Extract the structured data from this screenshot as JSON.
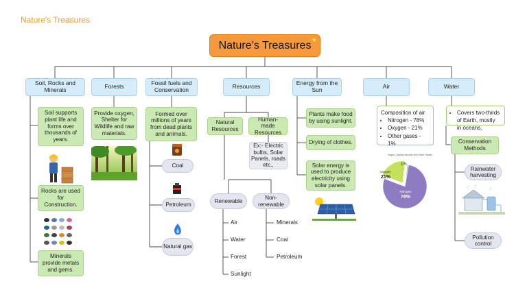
{
  "corner_title": "Nature's Treasures",
  "main_title": "Nature’s Treasures",
  "categories": {
    "soil": "Soil, Rocks and Minerals",
    "forests": "Forests",
    "fossil": "Fossil fuels and Conservation",
    "resources": "Resources",
    "energy": "Energy from the Sun",
    "air": "Air",
    "water": "Water"
  },
  "soil": {
    "supports": "Soil supports plant life and forms over thousands of years.",
    "rocks": "Rocks are used for Construction.",
    "minerals": "Minerals provide metals and gems."
  },
  "forests": {
    "oxygen": "Provide oxygen, Shelter for Wildlife and raw materials."
  },
  "fossil": {
    "formed": "Formed over millions of years from dead plants and animals.",
    "coal": "Coal",
    "petroleum": "Petroleum",
    "gas": "Natural gas"
  },
  "resources": {
    "natural": "Natural Resources",
    "human_made": "Human-made Resources",
    "examples": "Ex:- Electric bulbs, Solar Panels, roads etc.,",
    "renewable": "Renewable",
    "non_renewable": "Non-renewable",
    "renewable_items": [
      "Air",
      "Water",
      "Forest",
      "Sunlight"
    ],
    "non_renewable_items": [
      "Minerals",
      "Coal",
      "Petroleum"
    ]
  },
  "energy": {
    "plants": "Plants make food by using sunlight.",
    "drying": "Drying of clothes.",
    "solar": "Solar energy is used to produce electricity using solar panels."
  },
  "air": {
    "composition_title": "Composition of air",
    "items": [
      "Nitrogen - 78%",
      "Oxygen - 21%",
      "Other gases - 1%"
    ]
  },
  "chart_data": {
    "type": "pie",
    "slices": [
      {
        "name": "Nitrogen",
        "value": 78,
        "label": "78%",
        "color": "#8e7cc3"
      },
      {
        "name": "Oxygen",
        "value": 21,
        "label": "21%",
        "color": "#c5e05a"
      },
      {
        "name": "Argon, Carbon Dioxide and Other Gases",
        "value": 1,
        "label": "1%",
        "color": "#9aa7b4"
      }
    ]
  },
  "water": {
    "covers": "Covers two-thirds of Earth, mostly in oceans.",
    "conservation": "Conservation Methods",
    "rainwater": "Rainwater harvesting",
    "pollution": "Pollution control"
  },
  "colors": {
    "main": "#f59a3c",
    "category": "#d5ecfa",
    "green": "#cbe9b2",
    "pill": "#e3e6ef"
  }
}
